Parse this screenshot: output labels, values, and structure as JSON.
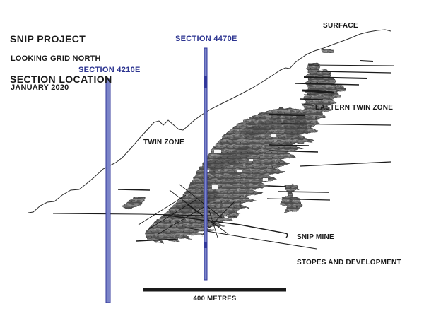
{
  "header": {
    "title_line1": "SNIP PROJECT",
    "title_line2": "SECTION LOCATION",
    "subtitle_line1": "LOOKING GRID NORTH",
    "subtitle_line2": "JANUARY 2020"
  },
  "sections": [
    {
      "label": "SECTION 4210E"
    },
    {
      "label": "SECTION 4470E"
    }
  ],
  "annotations": {
    "surface": "SURFACE",
    "eastern_twin_zone": "EASTERN TWIN ZONE",
    "twin_zone": "TWIN ZONE",
    "snip_mine_line1": "SNIP MINE",
    "snip_mine_line2": "STOPES AND DEVELOPMENT"
  },
  "scale_bar": {
    "label": "400 METRES"
  },
  "colors": {
    "section_line": "#7b84c8",
    "section_line_edge": "#31379b",
    "section_label": "#2b3390",
    "ink": "#1a1a1a"
  }
}
